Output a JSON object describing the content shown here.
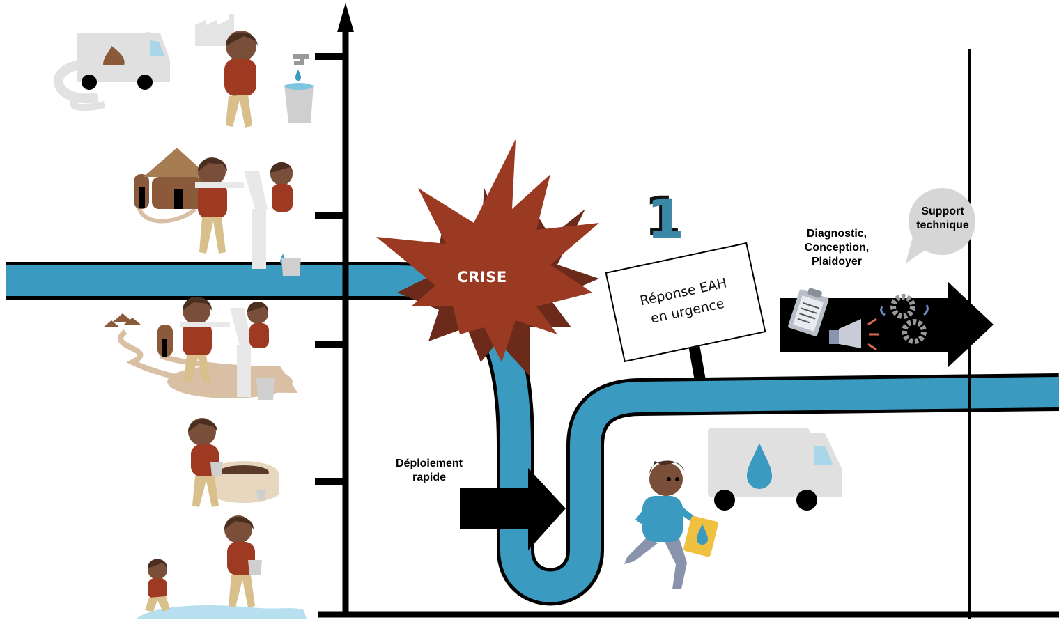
{
  "labels": {
    "crise": "CRISE",
    "deploiement": "Déploiement rapide",
    "sign_line1": "Réponse EAH",
    "sign_line2": "en urgence",
    "step_number": "1",
    "diagnostic_line1": "Diagnostic,",
    "diagnostic_line2": "Conception,",
    "diagnostic_line3": "Plaidoyer",
    "support_line1": "Support",
    "support_line2": "technique"
  },
  "colors": {
    "pipe": "#3a9ac0",
    "crise_burst": "#9b3a22",
    "crise_burst_dark": "#6b2a1a",
    "arrow": "#000000",
    "bubble": "#d6d6d6",
    "step_number": "#3a87a6"
  },
  "service_levels": [
    {
      "level": 1,
      "illustration": "sanitation-truck-and-tap-icon"
    },
    {
      "level": 2,
      "illustration": "household-latrine-and-handpump-icon"
    },
    {
      "level": 3,
      "illustration": "shared-latrine-and-handpump-icon"
    },
    {
      "level": 4,
      "illustration": "open-well-icon"
    },
    {
      "level": 5,
      "illustration": "surface-water-icon"
    }
  ],
  "icons": [
    "clipboard-icon",
    "megaphone-icon",
    "gears-icon",
    "water-truck-icon",
    "jerrycan-icon"
  ]
}
